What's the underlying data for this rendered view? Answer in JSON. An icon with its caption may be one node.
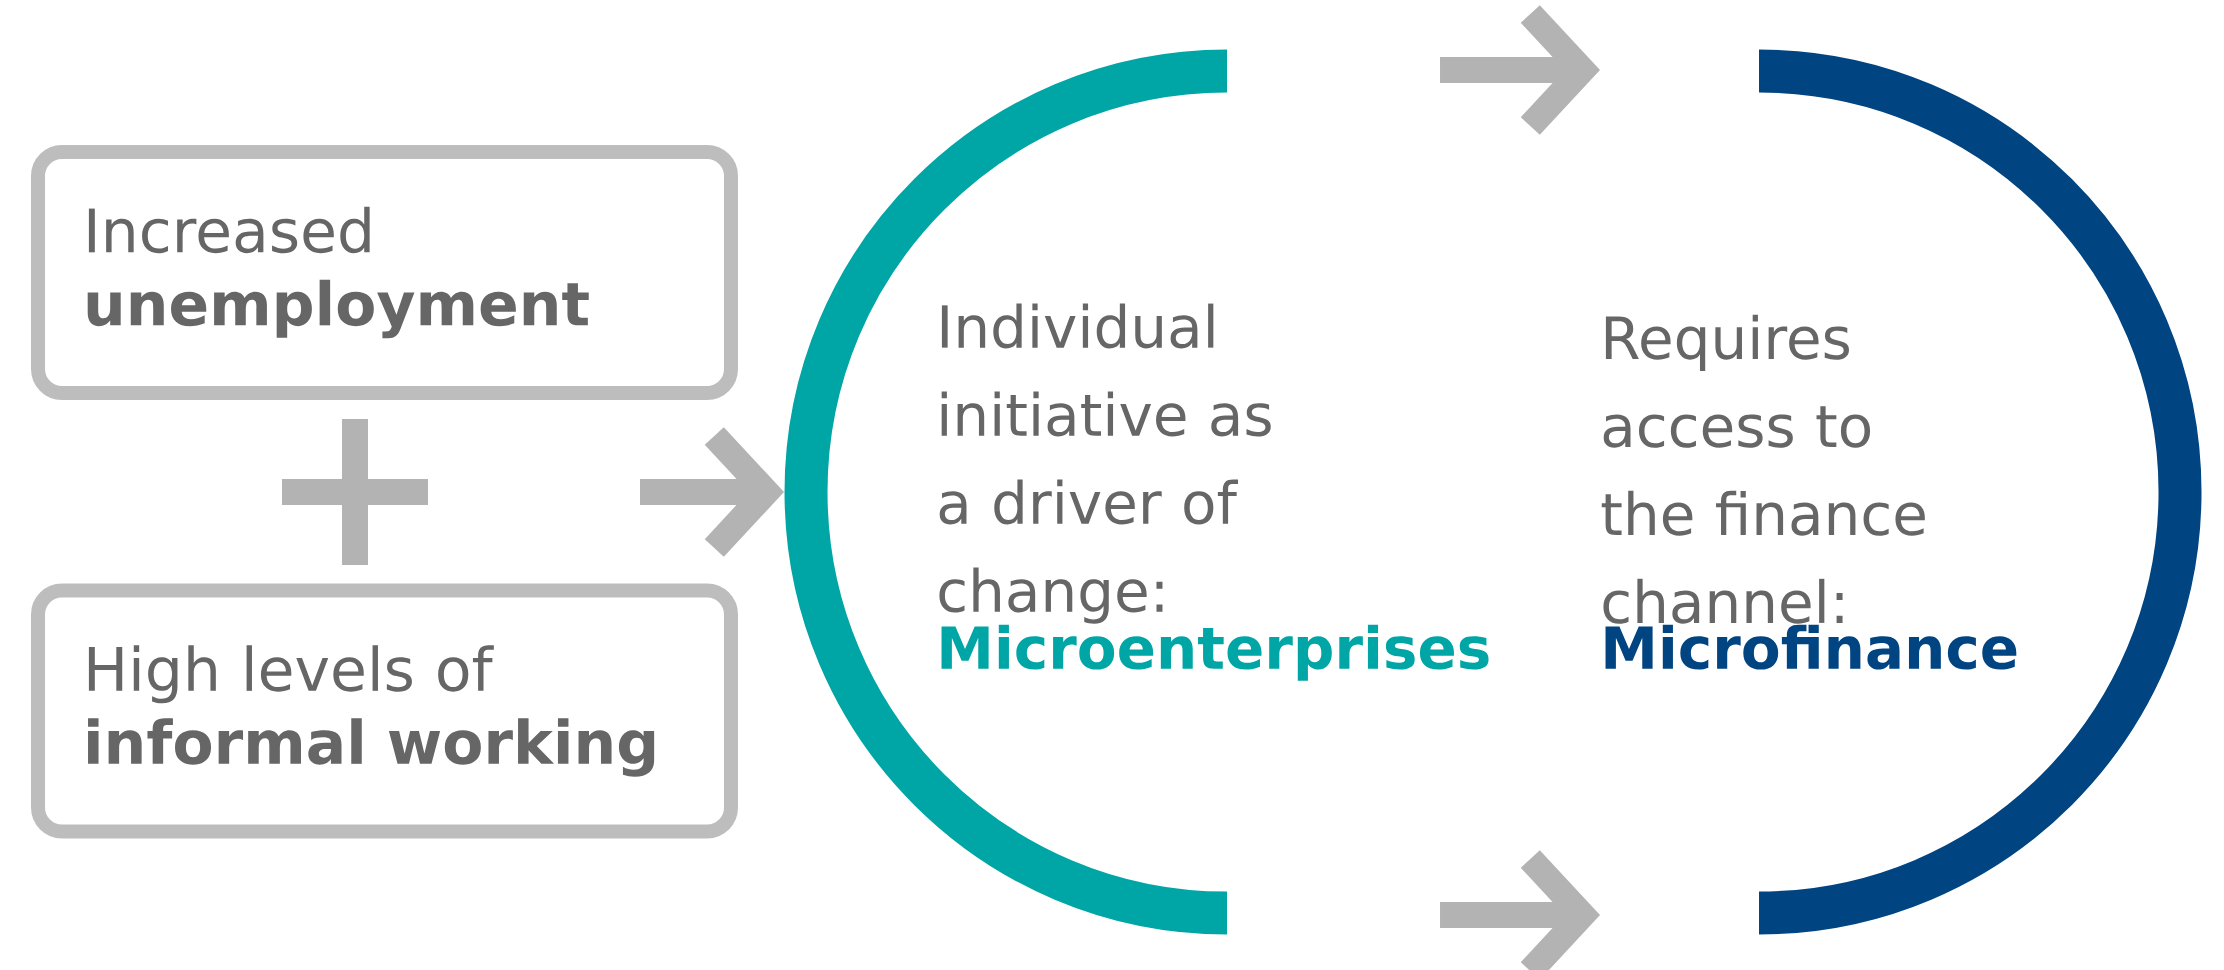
{
  "diagram": {
    "nodes": [
      {
        "text": [
          "Increased",
          "unemployment"
        ]
      },
      {
        "text": [
          "High levels of",
          "informal working"
        ]
      },
      {
        "text": [
          "Individual initiative as a driver of change:",
          "Microenterprises"
        ]
      },
      {
        "text": [
          "Requires access to the finance channel:",
          "Microfinance"
        ]
      }
    ],
    "edges": [
      {
        "from": null,
        "to": 2,
        "arrow": "to"
      },
      {
        "from": 2,
        "to": 3,
        "arrow": "to"
      },
      {
        "from": 2,
        "to": 3,
        "arrow": "to"
      }
    ]
  }
}
